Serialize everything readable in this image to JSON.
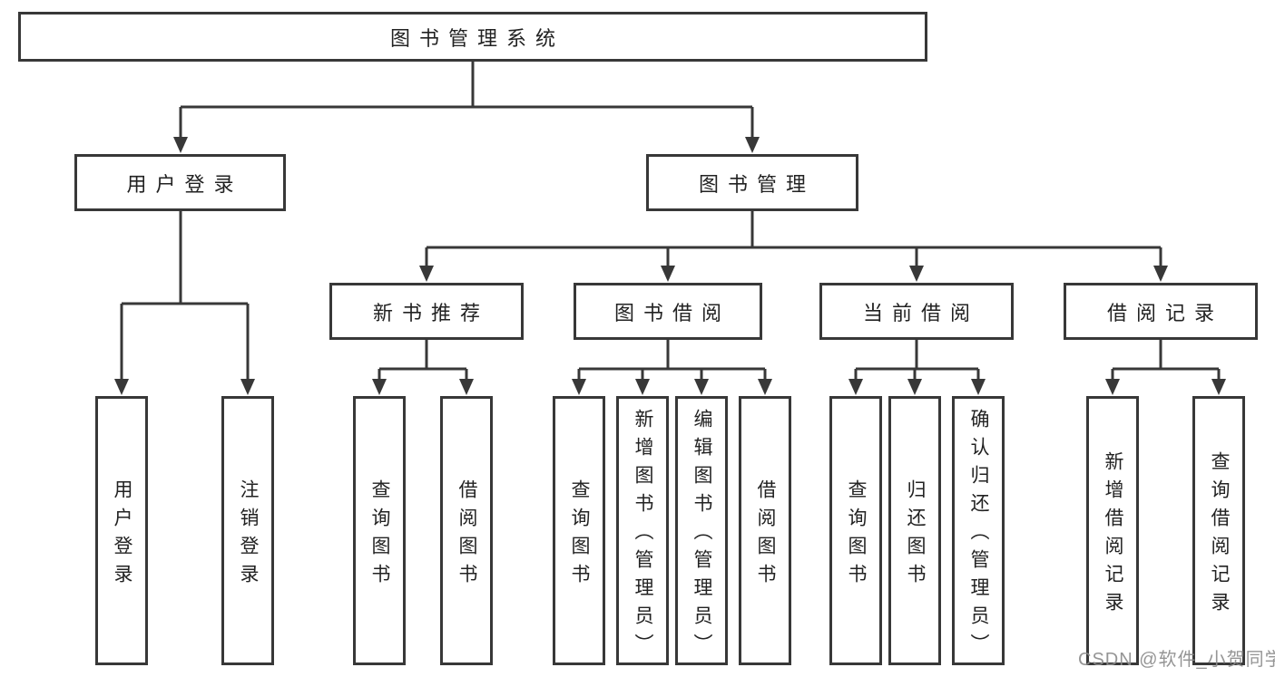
{
  "diagram_title": "图书管理系统",
  "colors": {
    "line": "#383838",
    "box_border": "#383838",
    "box_fill": "#ffffff",
    "text": "#222222",
    "watermark": "#8c8c8c"
  },
  "tree": {
    "label": "图书管理系统",
    "children": [
      {
        "label": "用户登录",
        "children": [
          {
            "label": "用户登录"
          },
          {
            "label": "注销登录"
          }
        ]
      },
      {
        "label": "图书管理",
        "children": [
          {
            "label": "新书推荐",
            "children": [
              {
                "label": "查询图书"
              },
              {
                "label": "借阅图书"
              }
            ]
          },
          {
            "label": "图书借阅",
            "children": [
              {
                "label": "查询图书"
              },
              {
                "label": "新增图书（管理员）"
              },
              {
                "label": "编辑图书（管理员）"
              },
              {
                "label": "借阅图书"
              }
            ]
          },
          {
            "label": "当前借阅",
            "children": [
              {
                "label": "查询图书"
              },
              {
                "label": "归还图书"
              },
              {
                "label": "确认归还（管理员）"
              }
            ]
          },
          {
            "label": "借阅记录",
            "children": [
              {
                "label": "新增借阅记录"
              },
              {
                "label": "查询借阅记录"
              }
            ]
          }
        ]
      }
    ]
  },
  "watermark": {
    "text": "CSDN @软件_小贺同学"
  }
}
